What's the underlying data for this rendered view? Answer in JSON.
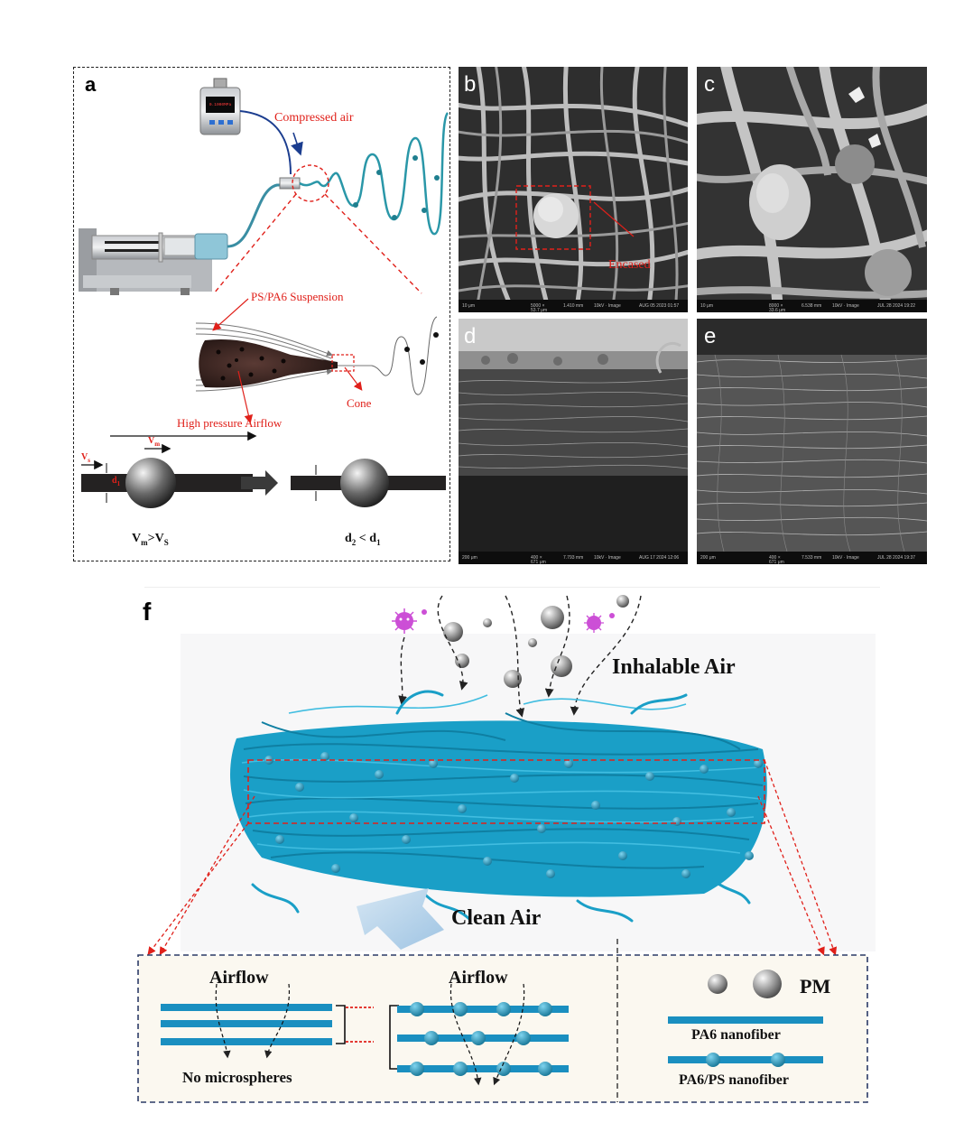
{
  "panel_a": {
    "letter": "a",
    "compressed_air": "Compressed air",
    "gauge_reading": "0.1000MPa",
    "suspension": "PS/PA6 Suspension",
    "cone": "Cone",
    "airflow": "High pressure Airflow",
    "vs_label": "V",
    "vs_sub": "s",
    "vm_label": "V",
    "vm_sub": "m",
    "d1_label": "d",
    "d1_sub": "1",
    "eq_left_main": "V",
    "eq_left_sub1": "m",
    "eq_left_op": ">V",
    "eq_left_sub2": "S",
    "eq_right_main": "d",
    "eq_right_sub1": "2",
    "eq_right_op": " < d",
    "eq_right_sub2": "1"
  },
  "panel_b": {
    "letter": "b",
    "encased": "Encased",
    "bar_scale": "10 μm",
    "bar_mag": "5000 ×",
    "bar_hfw": "53.7 μm",
    "bar_wd": "1.410 mm",
    "bar_mode": "10kV · Image",
    "bar_date": "AUG 05 2023 01:57"
  },
  "panel_c": {
    "letter": "c",
    "bar_scale": "10 μm",
    "bar_mag": "8000 ×",
    "bar_hfw": "33.6 μm",
    "bar_wd": "6.538 mm",
    "bar_mode": "10kV · Image",
    "bar_date": "JUL 28 2024 19:22"
  },
  "panel_d": {
    "letter": "d",
    "bar_scale": "200 μm",
    "bar_mag": "400 ×",
    "bar_hfw": "671 μm",
    "bar_wd": "7.793 mm",
    "bar_mode": "10kV · Image",
    "bar_date": "AUG 17 2024 12:06"
  },
  "panel_e": {
    "letter": "e",
    "bar_scale": "200 μm",
    "bar_mag": "400 ×",
    "bar_hfw": "671 μm",
    "bar_wd": "7.533 mm",
    "bar_mode": "10kV · Image",
    "bar_date": "JUL 28 2024 19:37"
  },
  "panel_f": {
    "letter": "f",
    "inhalable_air": "Inhalable Air",
    "clean_air": "Clean Air",
    "airflow_left": "Airflow",
    "airflow_right": "Airflow",
    "no_microspheres": "No microspheres",
    "pm": "PM",
    "pa6_nanofiber": "PA6 nanofiber",
    "pa6ps_nanofiber": "PA6/PS nanofiber"
  },
  "colors": {
    "fiber_blue": "#1a9fc7",
    "red_annotation": "#e0201a",
    "inset_border": "#2b3a67"
  }
}
